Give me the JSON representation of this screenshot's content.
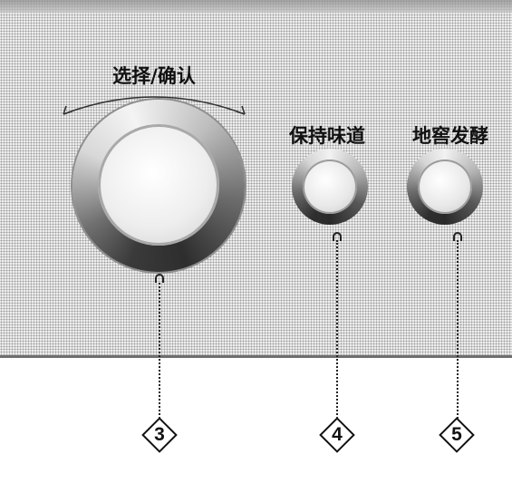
{
  "panel": {
    "dial_label": "选择/确认",
    "button_4_label": "保持味道",
    "button_5_label": "地窖发酵"
  },
  "callouts": [
    "3",
    "4",
    "5"
  ],
  "icons": {
    "dial_arrows": "curved-double-arrow-icon",
    "pin": "pin-marker-icon",
    "callout": "diamond-badge-icon"
  }
}
